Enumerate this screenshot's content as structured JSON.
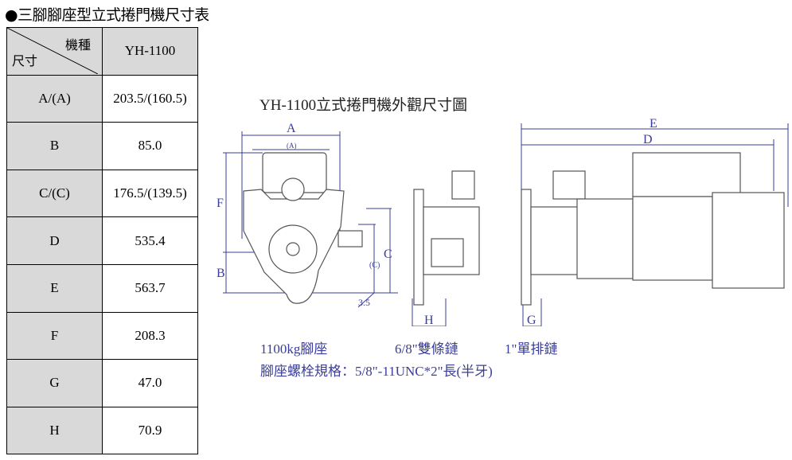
{
  "title": "●三腳腳座型立式捲門機尺寸表",
  "table": {
    "corner_top": "機種",
    "corner_bottom": "尺寸",
    "model": "YH-1100",
    "rows": [
      {
        "key": "A/(A)",
        "value": "203.5/(160.5)"
      },
      {
        "key": "B",
        "value": "85.0"
      },
      {
        "key": "C/(C)",
        "value": "176.5/(139.5)"
      },
      {
        "key": "D",
        "value": "535.4"
      },
      {
        "key": "E",
        "value": "563.7"
      },
      {
        "key": "F",
        "value": "208.3"
      },
      {
        "key": "G",
        "value": "47.0"
      },
      {
        "key": "H",
        "value": "70.9"
      }
    ]
  },
  "drawing": {
    "title": "YH-1100立式捲門機外觀尺寸圖",
    "labels": {
      "A": "A",
      "A2": "(A)",
      "F": "F",
      "B": "B",
      "C": "C",
      "C2": "(C)",
      "gap": "3.5",
      "H": "H",
      "G": "G",
      "E": "E",
      "D": "D"
    },
    "notes": {
      "base": "1100kg腳座",
      "chain1": "6/8\"雙條鏈",
      "chain2": "1\"單排鏈",
      "bolt": "腳座螺栓規格：5/8\"-11UNC*2\"長(半牙)"
    },
    "dim_color": "#3a3d9a"
  }
}
